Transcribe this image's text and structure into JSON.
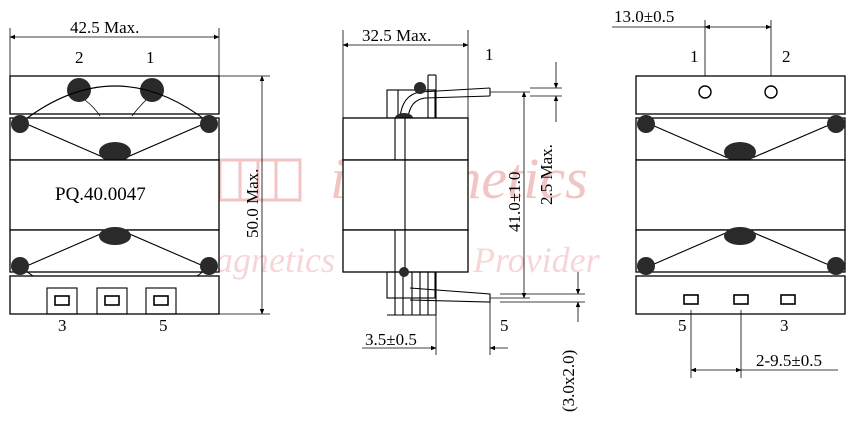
{
  "watermark": {
    "brand": "iMagnetics",
    "tagline": "Magnetics Solution Provider",
    "color": "#f3c4c4"
  },
  "front_view": {
    "width_label": "42.5 Max.",
    "height_label": "50.0 Max.",
    "part_number": "PQ.40.0047",
    "pin_top_left": "2",
    "pin_top_right": "1",
    "pin_bottom_left": "3",
    "pin_bottom_right": "5"
  },
  "side_view": {
    "width_label": "32.5 Max.",
    "pin_top": "1",
    "pin_bottom": "5",
    "span_label": "41.0±1.0",
    "standoff_label": "2.5 Max.",
    "pin_length_label": "3.5±0.5",
    "pin_section_label": "(3.0x2.0)"
  },
  "bottom_view": {
    "pitch_top_label": "13.0±0.5",
    "pin_top_left": "1",
    "pin_top_right": "2",
    "pin_bottom_left": "5",
    "pin_bottom_right": "3",
    "pitch_bottom_label": "2-9.5±0.5"
  }
}
